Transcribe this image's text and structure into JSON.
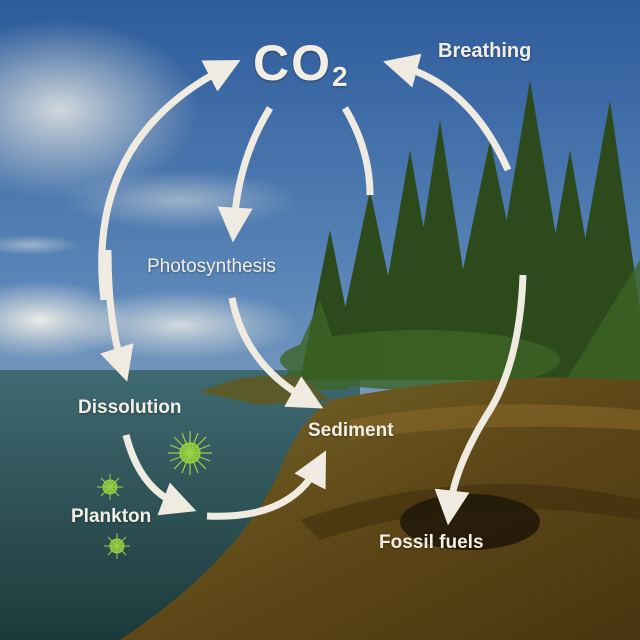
{
  "diagram": {
    "title_molecule": "CO",
    "title_subscript": "2",
    "labels": {
      "breathing": "Breathing",
      "photosynthesis": "Photosynthesis",
      "dissolution": "Dissolution",
      "sediment": "Sediment",
      "plankton": "Plankton",
      "fossil_fuels": "Fossil fuels"
    },
    "flows": [
      {
        "from": "CO2",
        "to": "Photosynthesis"
      },
      {
        "from": "CO2",
        "to": "Dissolution"
      },
      {
        "from": "Dissolution",
        "to": "CO2"
      },
      {
        "from": "Breathing (forest)",
        "to": "CO2"
      },
      {
        "from": "Photosynthesis",
        "to": "Sediment"
      },
      {
        "from": "Dissolution",
        "to": "Plankton"
      },
      {
        "from": "Plankton",
        "to": "Sediment"
      },
      {
        "from": "Forest",
        "to": "Fossil fuels"
      }
    ],
    "colors": {
      "arrow": "#efebe1",
      "sky_top": "#2f5f9f",
      "sky_bottom": "#9fb8cf",
      "sea": "#2a4a4e",
      "forest": "#2e4a1e",
      "ground": "#5a4216",
      "plankton": "#8cc63f"
    }
  }
}
